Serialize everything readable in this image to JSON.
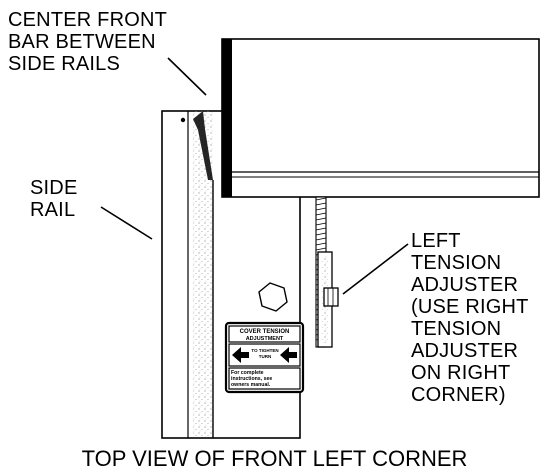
{
  "labels": {
    "center_front_bar": "CENTER FRONT\nBAR BETWEEN\nSIDE RAILS",
    "side_rail": "SIDE\nRAIL",
    "left_tension_adjuster": "LEFT\nTENSION\nADJUSTER\n(USE RIGHT\nTENSION\nADJUSTER\nON RIGHT\nCORNER)"
  },
  "caption": "TOP VIEW OF FRONT LEFT CORNER",
  "sticker": {
    "title_line1": "COVER TENSION",
    "title_line2": "ADJUSTMENT",
    "arrow_line1": "TO TIGHTEN",
    "arrow_line2": "TURN",
    "note_line1": "For complete",
    "note_line2": "instructions, see",
    "note_line3": "owners manual."
  },
  "colors": {
    "ink": "#000000",
    "paper": "#ffffff",
    "stipple": "#8a8a8a"
  }
}
